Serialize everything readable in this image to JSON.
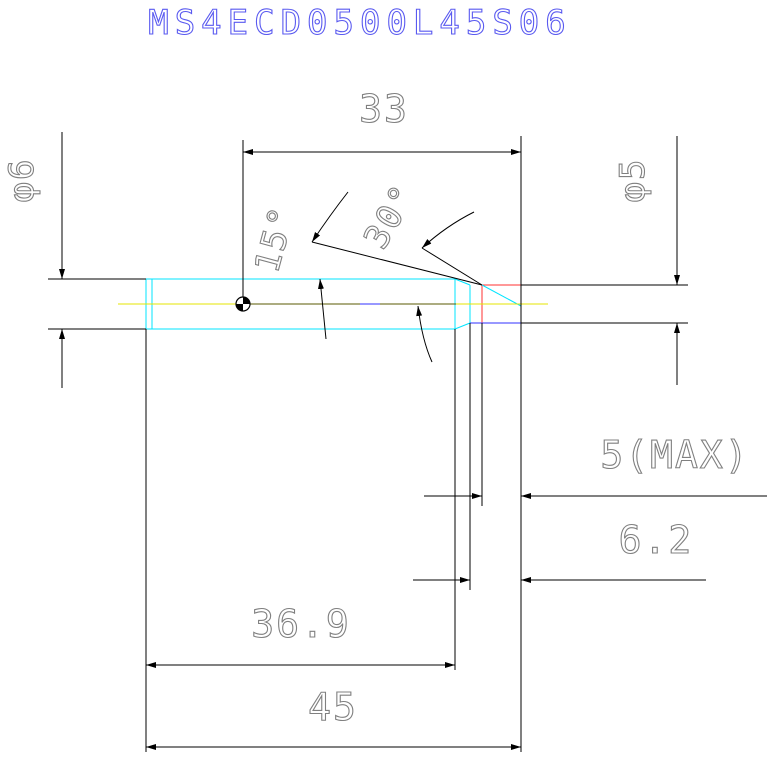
{
  "title": "MS4ECD0500L45S06",
  "dimensions": {
    "shank_diameter": "φ6",
    "tip_diameter": "φ5",
    "length_33": "33",
    "length_36_9": "36.9",
    "overall_length": "45",
    "max_5": "5(MAX)",
    "length_6_2": "6.2",
    "angle_15": "15°",
    "angle_30": "30°"
  },
  "colors": {
    "title": "#5a5af0",
    "dimension_text": "#808080",
    "lines": "#000000",
    "body_outline": "#00e5ff",
    "centerline": "#e6e600",
    "tip_outline": "#ff3030",
    "tip_bottom": "#3030ff"
  }
}
